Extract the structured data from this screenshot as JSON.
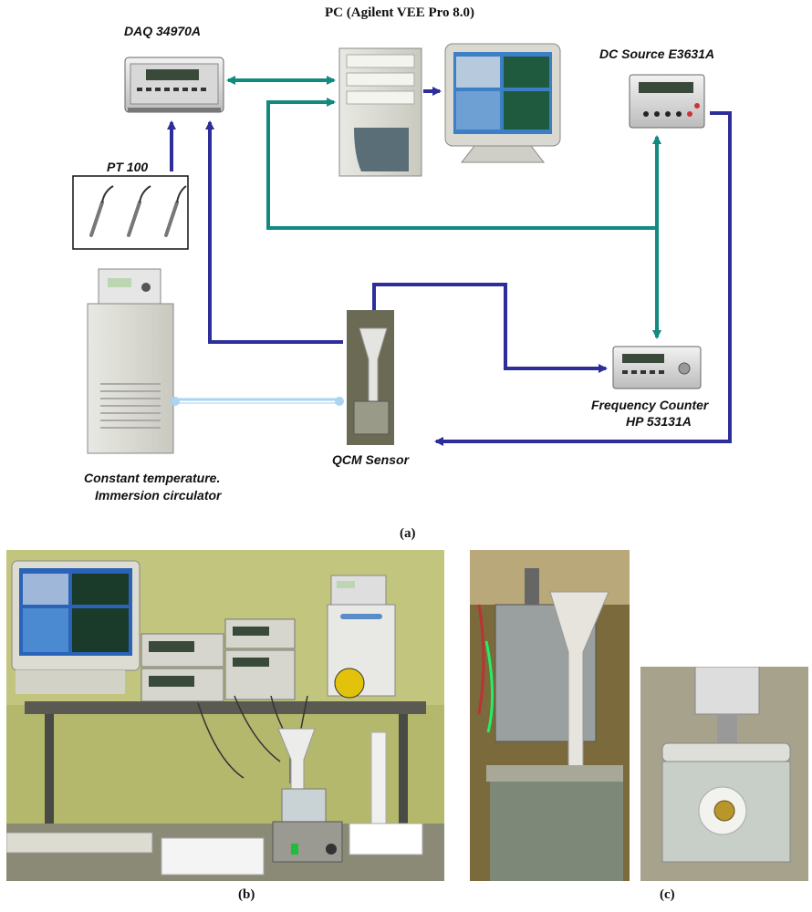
{
  "diagram": {
    "pc_label": "PC (Agilent VEE Pro 8.0)",
    "daq_label": "DAQ 34970A",
    "dc_label": "DC Source E3631A",
    "pt_label": "PT 100",
    "freq_label_1": "Frequency Counter",
    "freq_label_2": "HP 53131A",
    "qcm_label": "QCM Sensor",
    "circ_label_1": "Constant temperature.",
    "circ_label_2": "Immersion circulator",
    "caption_a": "(a)"
  },
  "photos": {
    "caption_b": "(b)",
    "caption_c": "(c)"
  },
  "colors": {
    "teal_arrow": "#138a80",
    "navy_arrow": "#2e2e9a",
    "light_blue_line": "#a9d4f2"
  }
}
